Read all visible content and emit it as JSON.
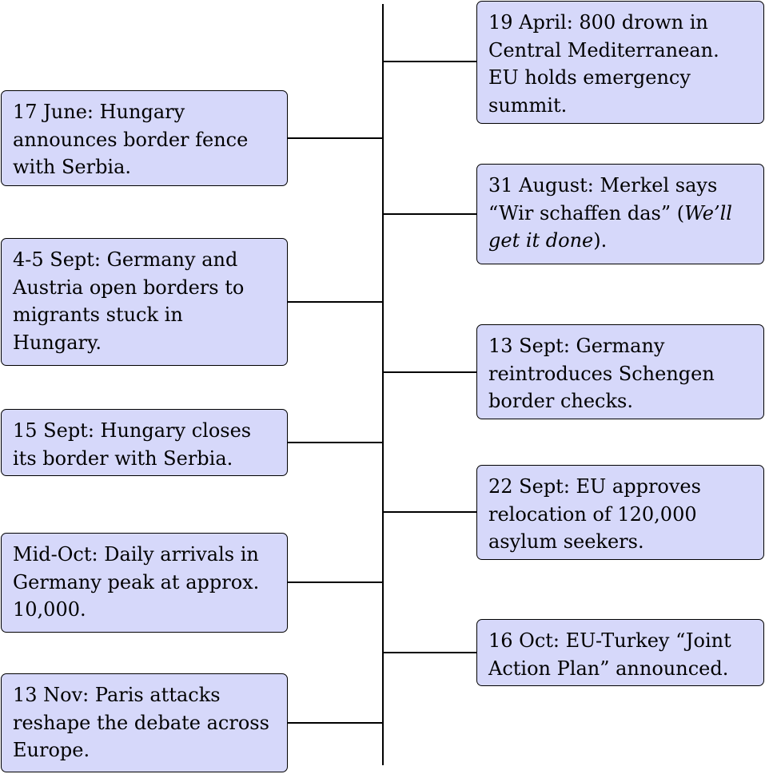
{
  "events": [
    {
      "id": "april-19",
      "text": "19 April: 800 drown in Central Mediterranean. EU holds emergency summit."
    },
    {
      "id": "june-17",
      "text": "17 June: Hungary announces border fence with Serbia."
    },
    {
      "id": "aug-31",
      "text_parts": [
        "31 August: Merkel says “Wir schaffen das” (",
        "We’ll get it done",
        ")."
      ]
    },
    {
      "id": "sept-4-5",
      "text": "4-5 Sept: Germany and Austria open borders to migrants stuck in Hungary."
    },
    {
      "id": "sept-13",
      "text": "13 Sept: Germany reintroduces Schengen border checks."
    },
    {
      "id": "sept-15",
      "text": "15 Sept: Hungary closes its border with Serbia."
    },
    {
      "id": "sept-22",
      "text": "22 Sept: EU approves relocation of 120,000 asylum seekers."
    },
    {
      "id": "oct-mid",
      "text": "Mid-Oct: Daily arrivals in Germany peak at approx. 10,000."
    },
    {
      "id": "oct-16",
      "text": "16 Oct: EU-Turkey “Joint Action Plan” announced."
    },
    {
      "id": "nov-13",
      "text": "13 Nov: Paris attacks reshape the debate across Europe."
    }
  ]
}
